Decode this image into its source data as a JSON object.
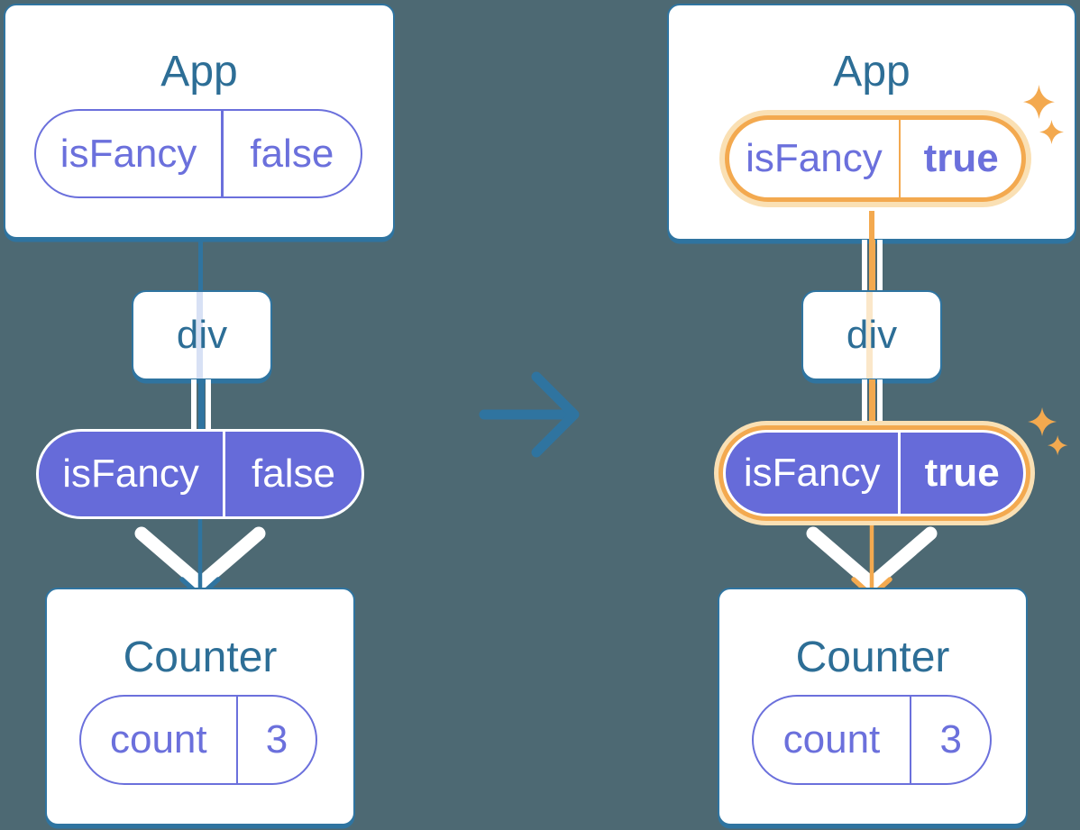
{
  "diagram": {
    "before": {
      "app": {
        "title": "App",
        "prop": {
          "name": "isFancy",
          "value": "false"
        }
      },
      "middle": {
        "label": "div"
      },
      "passed_prop": {
        "name": "isFancy",
        "value": "false"
      },
      "counter": {
        "title": "Counter",
        "state": {
          "name": "count",
          "value": "3"
        }
      }
    },
    "after": {
      "app": {
        "title": "App",
        "prop": {
          "name": "isFancy",
          "value": "true"
        }
      },
      "middle": {
        "label": "div"
      },
      "passed_prop": {
        "name": "isFancy",
        "value": "true"
      },
      "counter": {
        "title": "Counter",
        "state": {
          "name": "count",
          "value": "3"
        }
      }
    },
    "colors": {
      "background": "#4D6973",
      "card_stroke": "#2F74A0",
      "title_text": "#2D6E96",
      "purple": "#6B70DC",
      "purple_fill": "#666BD9",
      "highlight_orange": "#F3A94F",
      "highlight_glow": "#FAE0B4",
      "faint_trace_blue": "#D8E1F5",
      "faint_trace_orange": "#FBE7C9",
      "white": "#FFFFFF"
    }
  }
}
